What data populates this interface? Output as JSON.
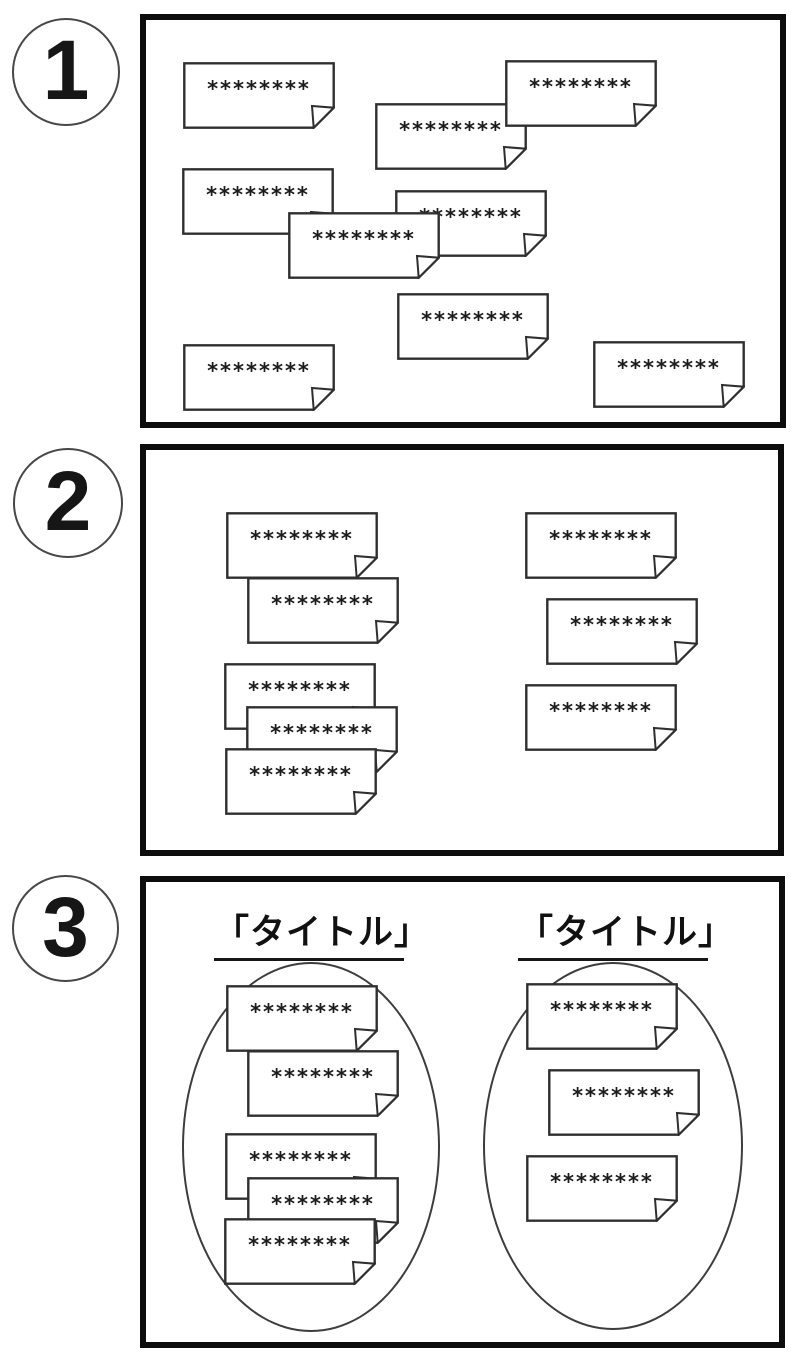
{
  "note_text": "********",
  "steps": [
    {
      "label": "1"
    },
    {
      "label": "2"
    },
    {
      "label": "3"
    }
  ],
  "panel3": {
    "group_titles": [
      "「タイトル」",
      "「タイトル」"
    ]
  },
  "colors": {
    "background": "#ffffff",
    "ink": "#1a1a1a",
    "panel_border": "#0d0d0d",
    "note_border": "#2f2f2f",
    "ellipse_border": "#3d3d3d"
  }
}
